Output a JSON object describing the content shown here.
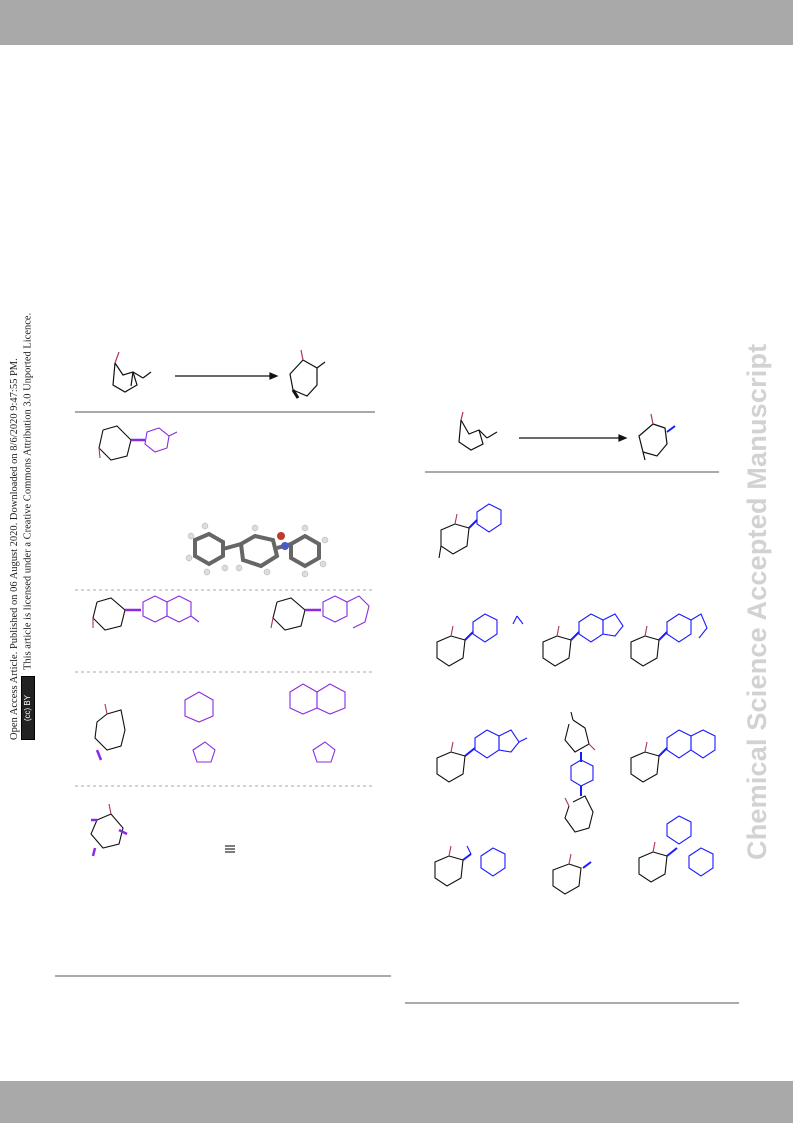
{
  "watermark": "Chemical Science Accepted Manuscript",
  "license": {
    "line1": "Open Access Article. Published on 06 August 2020. Downloaded on 8/6/2020 9:47:55 PM.",
    "line2": "This article is licensed under a Creative Commons Attribution 3.0 Unported Licence.",
    "badge": "(cc) BY"
  },
  "colors": {
    "bar": "#a9a9a9",
    "purple": "#8a2be2",
    "blue": "#1a1aff",
    "carbonyl": "#b0306a",
    "watermark": "#d2d2d2"
  },
  "icons": [
    "cc-by-icon"
  ]
}
